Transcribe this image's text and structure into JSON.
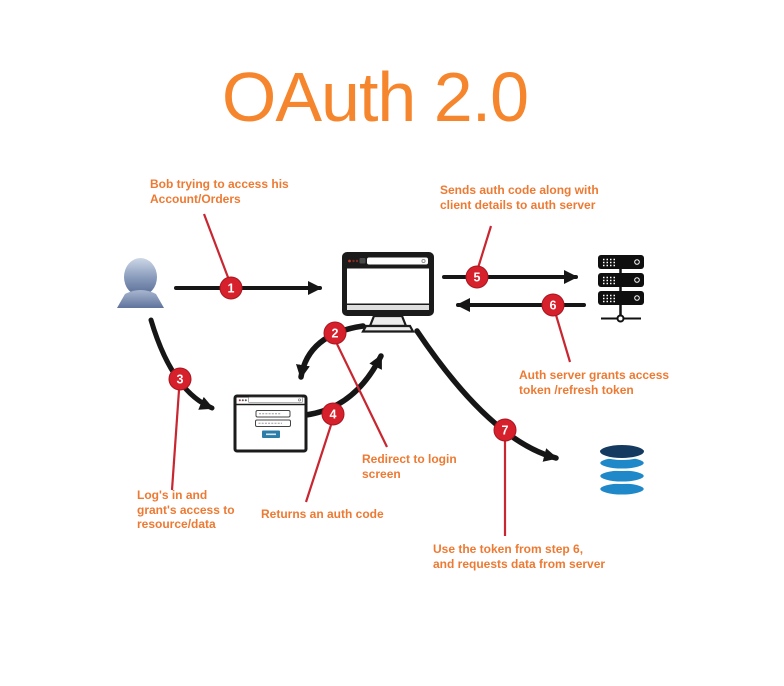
{
  "title": "OAuth 2.0",
  "step_numbers": [
    "1",
    "2",
    "3",
    "4",
    "5",
    "6",
    "7"
  ],
  "annotations": {
    "step1": "Bob trying to access his\nAccount/Orders",
    "step2": "Redirect to login\nscreen",
    "step3": "Log's in and\ngrant's access to\nresource/data",
    "step4": "Returns an auth code",
    "step5": "Sends auth code along with\nclient details to auth server",
    "step6": "Auth server grants access\ntoken /refresh token",
    "step7": "Use the token from step 6,\nand requests data from server"
  },
  "colors": {
    "title_orange": "#F6862D",
    "annotation_orange": "#ED7A33",
    "step_badge_red": "#D6202B",
    "leader_line_red": "#C82630",
    "arrow_black": "#161616",
    "database_blue": "#1E88C8",
    "database_navy": "#153A60",
    "login_button_blue": "#2E7CA8",
    "user_blue_gray": "#8B9DBD"
  },
  "icons": {
    "user": "user-icon",
    "client": "computer-monitor-icon",
    "auth_server": "server-stack-icon",
    "resource_db": "database-icon",
    "login": "login-window-icon"
  }
}
